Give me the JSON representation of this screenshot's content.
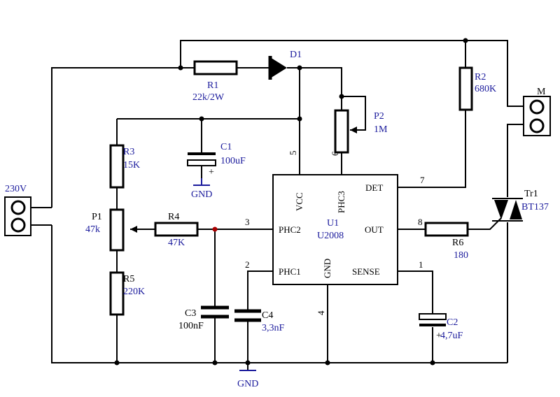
{
  "labels": {
    "r1_ref": "R1",
    "r1_val": "22k/2W",
    "d1_ref": "D1",
    "r2_ref": "R2",
    "r2_val": "680K",
    "m_ref": "M",
    "p2_ref": "P2",
    "p2_val": "1M",
    "c1_ref": "C1",
    "c1_val": "100uF",
    "r3_ref": "R3",
    "r3_val": "15K",
    "gnd": "GND",
    "p1_ref": "P1",
    "p1_val": "47k",
    "r4_ref": "R4",
    "r4_val": "47K",
    "r5_ref": "R5",
    "r5_val": "220K",
    "c3_ref": "C3",
    "c3_val": "100nF",
    "c4_ref": "C4",
    "c4_val": "3,3nF",
    "mains": "230V",
    "tr1_ref": "Tr1",
    "tr1_val": "BT137",
    "r6_ref": "R6",
    "r6_val": "180",
    "c2_ref": "C2",
    "c2_val": "4,7uF",
    "plus": "+"
  },
  "ic": {
    "vcc": "VCC",
    "phc3": "PHC3",
    "det": "DET",
    "phc2": "PHC2",
    "u1": "U1",
    "part": "U2008",
    "out": "OUT",
    "phc1": "PHC1",
    "gnd": "GND",
    "sense": "SENSE"
  },
  "pins": {
    "p1": "1",
    "p2": "2",
    "p3": "3",
    "p4": "4",
    "p5": "5",
    "p6": "6",
    "p7": "7",
    "p8": "8"
  },
  "colors": {
    "wire": "#000000",
    "label": "#1a1a9c",
    "junction_red": "#aa0000"
  }
}
